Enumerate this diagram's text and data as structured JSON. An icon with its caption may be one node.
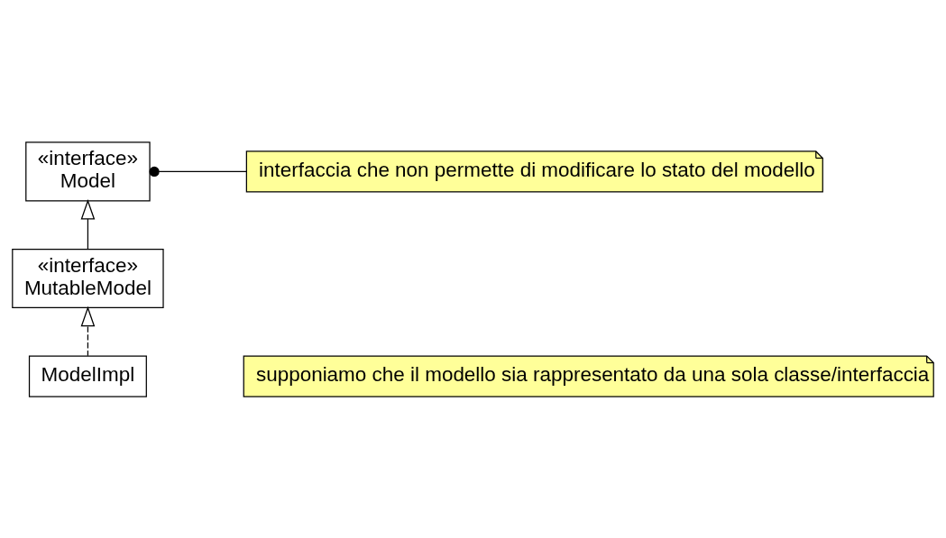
{
  "diagram": {
    "nodes": [
      {
        "text": [
          "«interface»",
          "Model"
        ]
      },
      {
        "text": [
          "«interface»",
          "MutableModel"
        ]
      },
      {
        "text": [
          "ModelImpl"
        ]
      },
      {
        "text": [
          "interfaccia che non permette di modificare lo stato del modello"
        ]
      },
      {
        "text": [
          "supponiamo che il modello sia rappresentato da una sola classe/interfaccia"
        ]
      }
    ],
    "edges": [
      {
        "from": 1,
        "to": 0,
        "arrow": "to"
      },
      {
        "from": 2,
        "to": 1,
        "arrow": "to",
        "style": "dashed"
      },
      {
        "from": 3,
        "to": 0,
        "arrow": "other"
      }
    ]
  }
}
